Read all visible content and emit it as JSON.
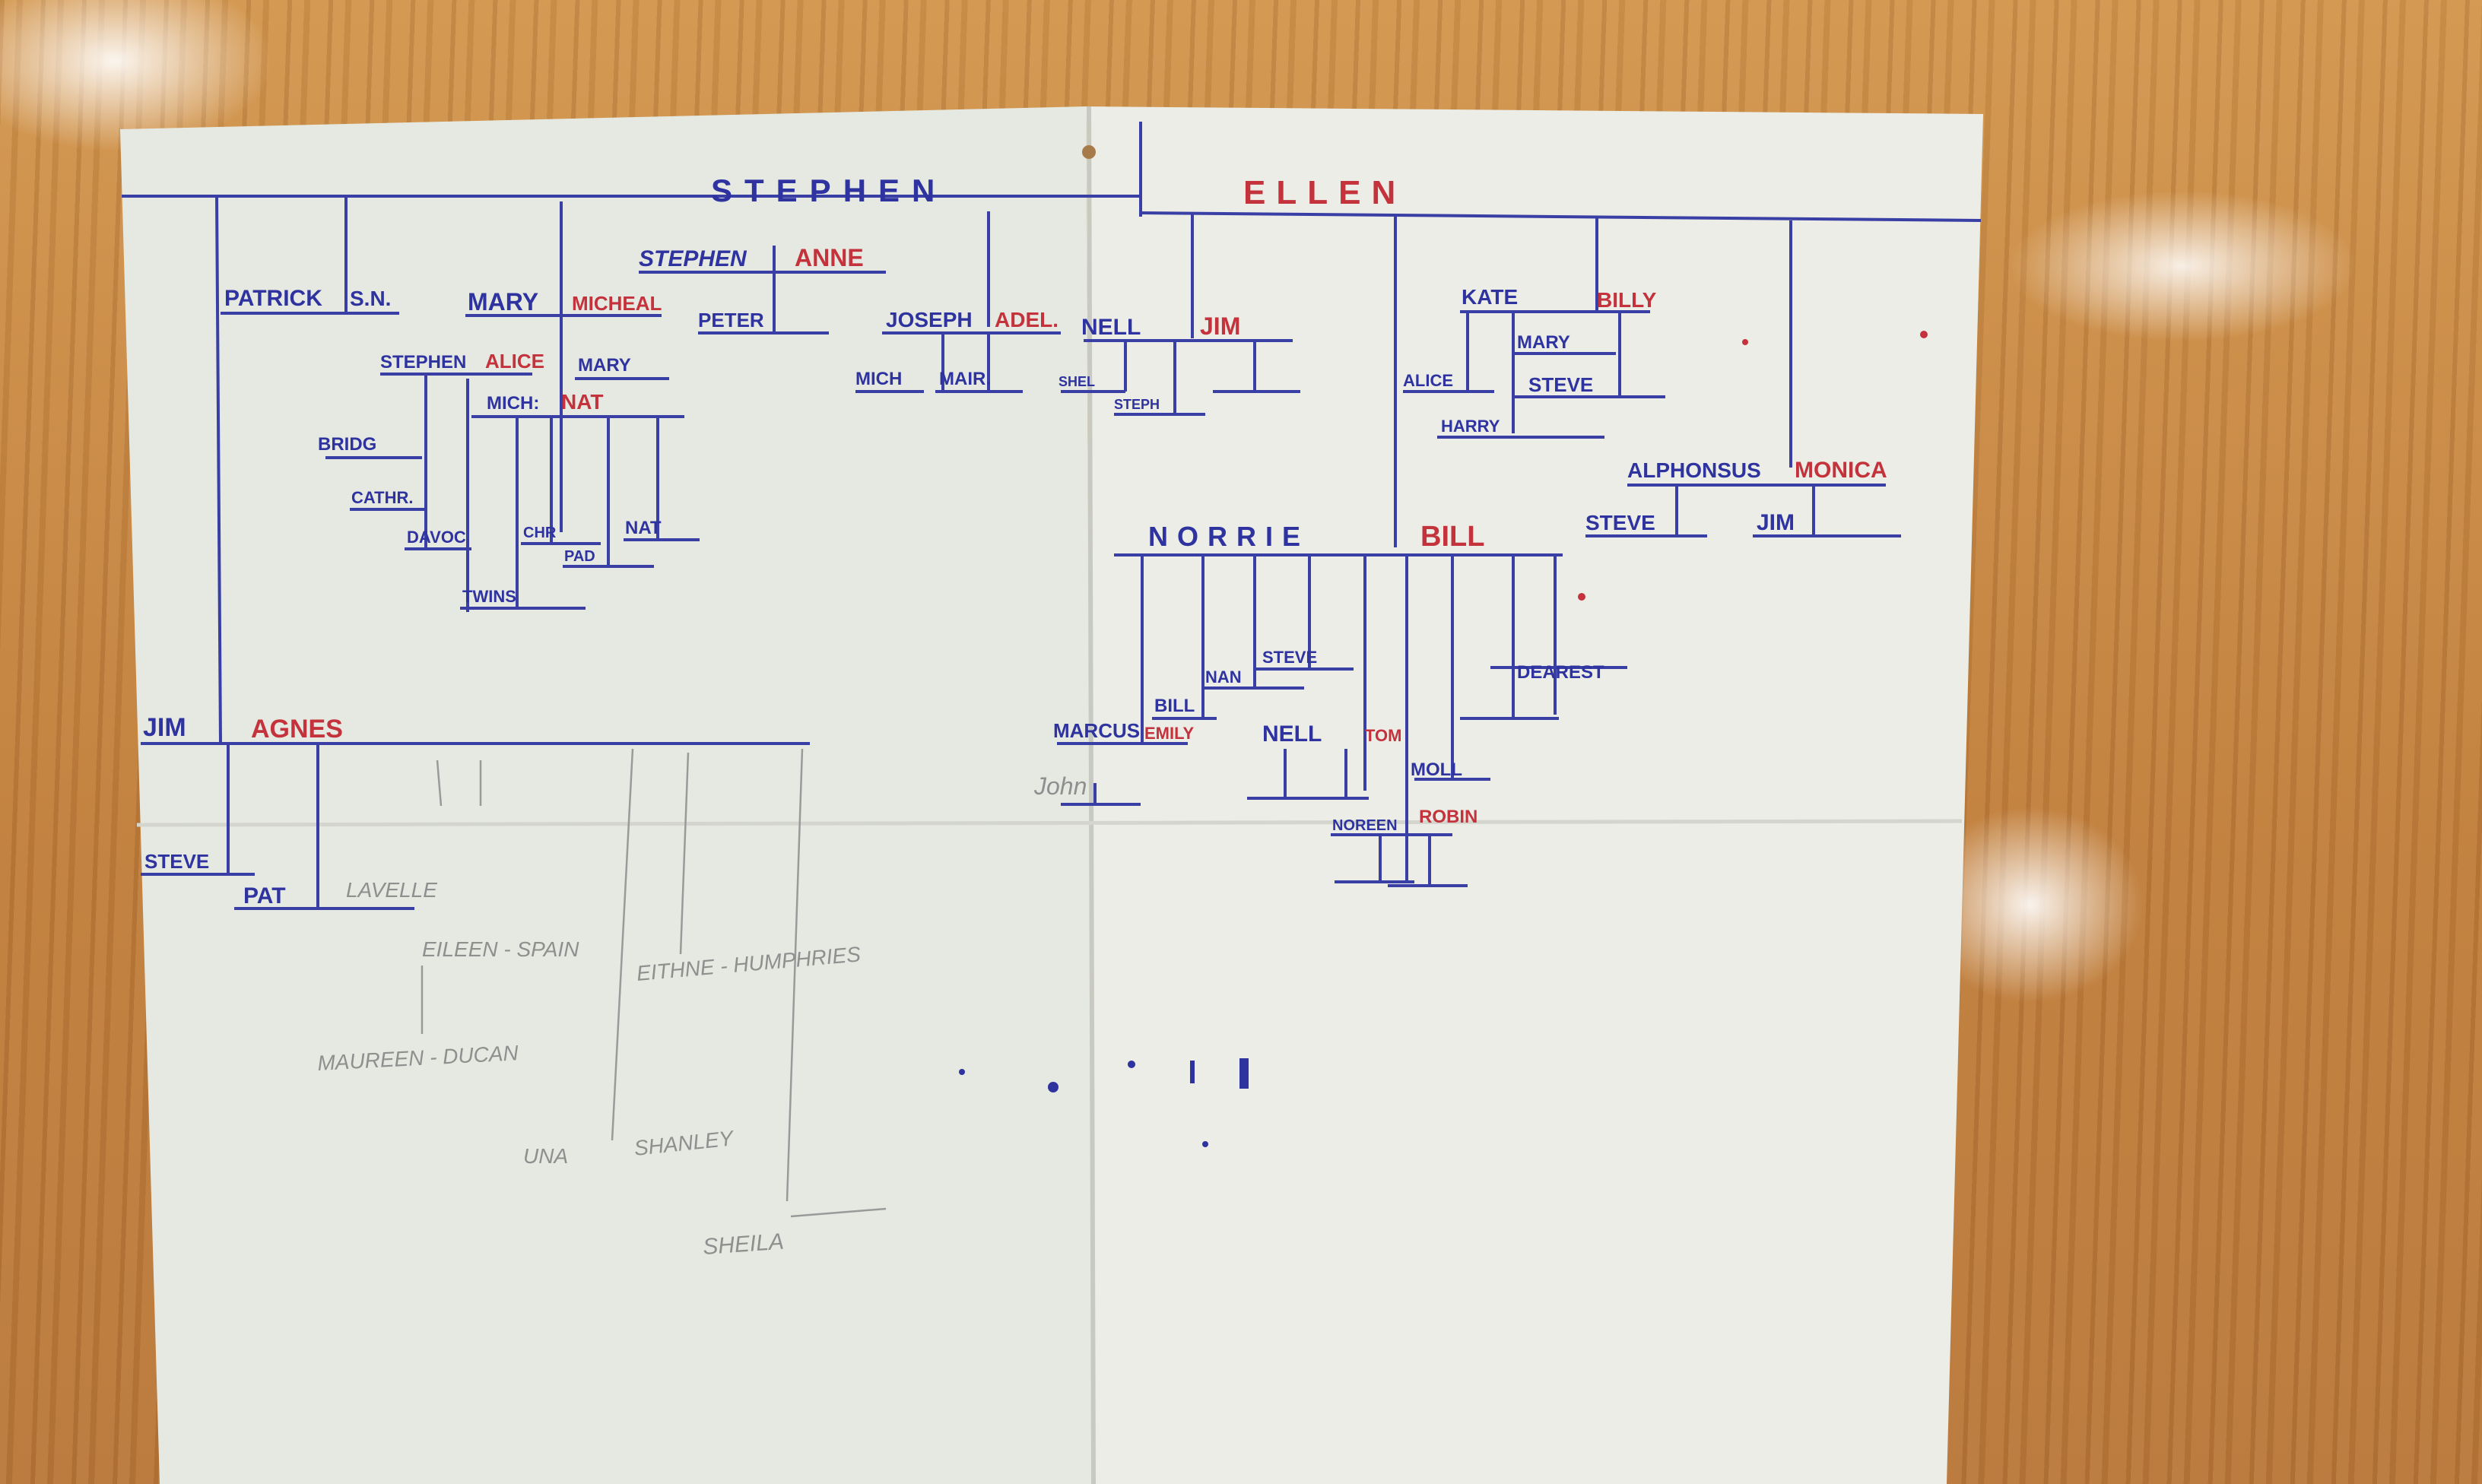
{
  "document": {
    "type": "handwritten family tree",
    "colors": {
      "ink_blue": "#2e33a0",
      "ink_red": "#c4323c",
      "pencil": "#8f8f8f",
      "paper": "#e9ebe4",
      "wood": "#c98a48"
    }
  },
  "tree": {
    "top": {
      "left_name": "STEPHEN",
      "right_name": "ELLEN"
    },
    "patrick": {
      "name": "PATRICK",
      "spouse": "S.N."
    },
    "mary_group": {
      "name": "MARY",
      "spouse": "MICHEAL"
    },
    "stephen_anne": {
      "name": "STEPHEN",
      "spouse": "ANNE",
      "child": "PETER"
    },
    "stephen_alice": {
      "name": "STEPHEN",
      "spouse": "ALICE",
      "sibling": "MARY"
    },
    "mich_nat": {
      "name": "MICH:",
      "spouse": "NAT"
    },
    "mary_children": [
      "BRIDG",
      "CATHR.",
      "DAVOC",
      "TWINS",
      "CHR",
      "PAD",
      "NAT"
    ],
    "joseph": {
      "name": "JOSEPH",
      "spouse": "ADEL.",
      "children": [
        "MICH",
        "MAIR."
      ]
    },
    "nell": {
      "name": "NELL",
      "spouse": "JIM",
      "children": [
        "SHEL",
        "STEPH"
      ]
    },
    "kate": {
      "name": "KATE",
      "spouse": "BILLY",
      "children": [
        "ALICE",
        "MARY",
        "STEVE",
        "HARRY"
      ]
    },
    "alphonsus": {
      "name": "ALPHONSUS",
      "spouse": "MONICA",
      "children": [
        "STEVE",
        "JIM"
      ]
    },
    "norrie": {
      "name": "NORRIE",
      "spouse": "BILL",
      "children": [
        "STEVE",
        "NAN",
        "BILL",
        "DEAREST",
        "MOLL"
      ],
      "marcus": {
        "name": "MARCUS",
        "spouse": "EMILY",
        "child_pencil": "John"
      },
      "nell": {
        "name": "NELL",
        "spouse": "TOM"
      },
      "noreen": {
        "name": "NOREEN",
        "spouse": "ROBIN"
      }
    },
    "jim": {
      "name": "JIM",
      "spouse": "AGNES",
      "children": [
        "STEVE",
        "PAT"
      ],
      "pat_spouse": "LAVELLE"
    },
    "pencil_notes": [
      "EILEEN - SPAIN",
      "EITHNE - HUMPHRIES",
      "MAUREEN - DUCAN",
      "UNA",
      "SHANLEY",
      "SHEILA"
    ]
  }
}
